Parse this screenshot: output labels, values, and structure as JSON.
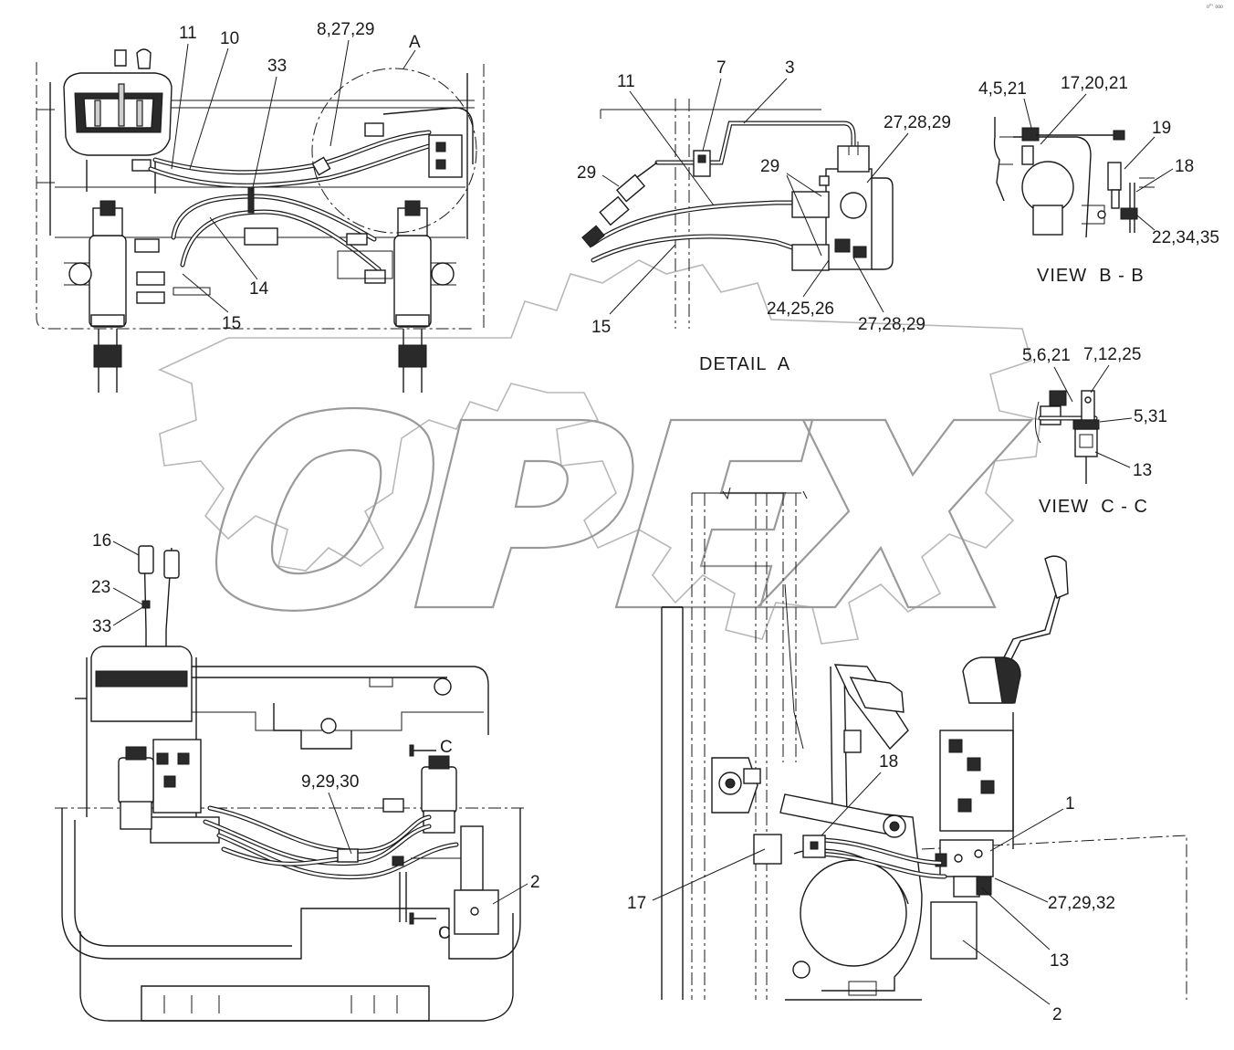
{
  "watermark": {
    "text": "OPEX"
  },
  "corner_mark": "₀ᵐ ₀₀₀",
  "views": {
    "top_left": {
      "callouts": [
        "11",
        "10",
        "8,27,29",
        "A",
        "33",
        "14",
        "15"
      ]
    },
    "detail_a": {
      "caption": "DETAIL  A",
      "callouts": [
        "11",
        "7",
        "3",
        "27,28,29",
        "29",
        "29",
        "24,25,26",
        "27,28,29",
        "15"
      ]
    },
    "view_bb": {
      "caption": "VIEW  B - B",
      "callouts": [
        "4,5,21",
        "17,20,21",
        "19",
        "18",
        "22,34,35"
      ]
    },
    "view_cc": {
      "caption": "VIEW  C - C",
      "callouts": [
        "5,6,21",
        "7,12,25",
        "5,31",
        "13"
      ]
    },
    "bottom_left": {
      "callouts": [
        "16",
        "23",
        "33",
        "C",
        "9,29,30",
        "2",
        "C"
      ]
    },
    "bottom_right": {
      "callouts": [
        "18",
        "1",
        "17",
        "27,29,32",
        "13",
        "2"
      ]
    }
  }
}
